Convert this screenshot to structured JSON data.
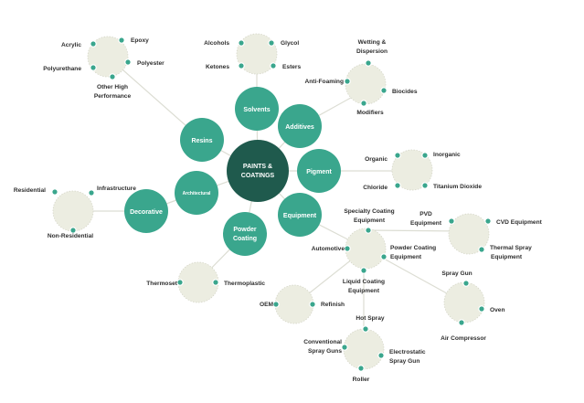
{
  "center": [
    "PAINTS &",
    "COATINGS"
  ],
  "categories": {
    "solvents": "Solvents",
    "additives": "Additives",
    "resins": "Resins",
    "pigment": "Pigment",
    "architectural": "Architectural",
    "decorative": "Decorative",
    "equipment": "Equipment",
    "powder_coating": [
      "Powder",
      "Coating"
    ]
  },
  "resins_group": {
    "acrylic": "Acrylic",
    "epoxy": "Epoxy",
    "polyester": "Polyester",
    "polyurethane": "Polyurethane",
    "other": [
      "Other High",
      "Performance"
    ]
  },
  "solvents_group": {
    "alcohols": "Alcohols",
    "glycol": "Glycol",
    "ketones": "Ketones",
    "esters": "Esters"
  },
  "additives_group": {
    "wetting": [
      "Wetting &",
      "Dispersion"
    ],
    "anti_foaming": "Anti-Foaming",
    "biocides": "Biocides",
    "modifiers": "Modifiers"
  },
  "pigment_group": {
    "organic": "Organic",
    "inorganic": "Inorganic",
    "chloride": "Chloride",
    "titanium": "Titanium Dioxide"
  },
  "decorative_group": {
    "residential": "Residential",
    "infrastructure": "Infrastructure",
    "non_residential": "Non-Residential"
  },
  "powder_group": {
    "thermoset": "Thermoset",
    "thermoplastic": "Thermoplastic"
  },
  "equipment_group": {
    "specialty": [
      "Specialty Coating",
      "Equipment"
    ],
    "automotive": "Automotive",
    "powder": [
      "Powder Coating",
      "Equipment"
    ],
    "liquid": [
      "Liquid Coating",
      "Equipment"
    ]
  },
  "automotive_group": {
    "oem": "OEM",
    "refinish": "Refinish"
  },
  "specialty_group": {
    "pvd": [
      "PVD",
      "Equipment"
    ],
    "cvd": "CVD Equipment",
    "thermal": [
      "Thermal Spray",
      "Equipment"
    ]
  },
  "powder_eq_group": {
    "spray_gun": "Spray Gun",
    "oven": "Oven",
    "air_compressor": "Air Compressor"
  },
  "liquid_group": {
    "hot_spray": "Hot Spray",
    "conventional": [
      "Conventional",
      "Spray Guns"
    ],
    "electrostatic": [
      "Electrostatic",
      "Spray Gun"
    ],
    "roller": "Roller"
  }
}
